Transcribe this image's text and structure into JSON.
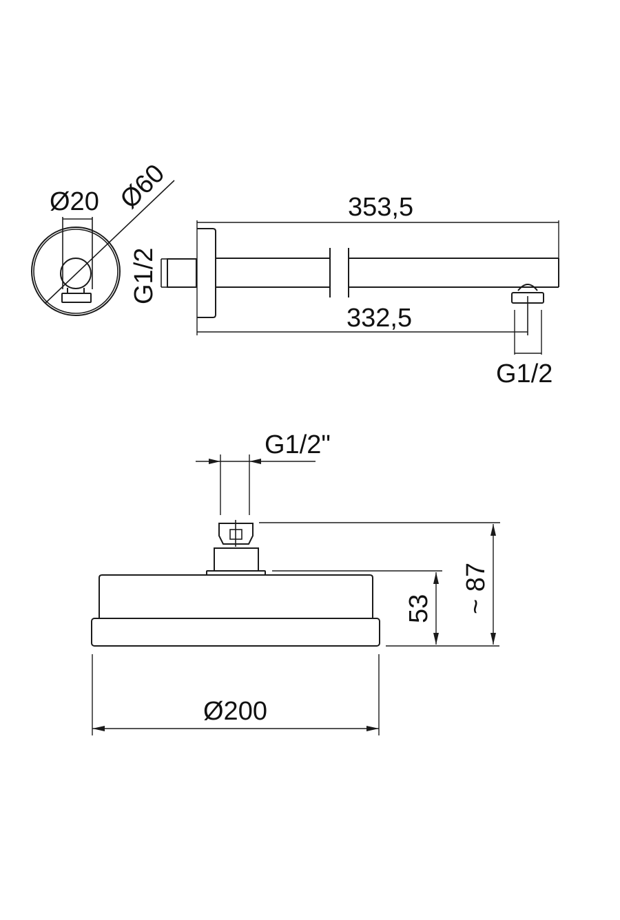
{
  "drawing": {
    "title": "Shower arm and shower head technical drawing",
    "colors": {
      "line": "#1a1a1a",
      "background": "#ffffff"
    },
    "top_view": {
      "end_view": {
        "inner_diameter_label": "Ø20",
        "outer_diameter_label": "Ø60"
      },
      "arm": {
        "wall_thread_label": "G1/2",
        "overall_length_label": "353,5",
        "outlet_distance_label": "332,5",
        "outlet_thread_label": "G1/2"
      }
    },
    "bottom_view": {
      "connection_thread_label": "G1/2\"",
      "body_height_label": "53",
      "total_height_label": "~ 87",
      "diameter_label": "Ø200"
    }
  }
}
